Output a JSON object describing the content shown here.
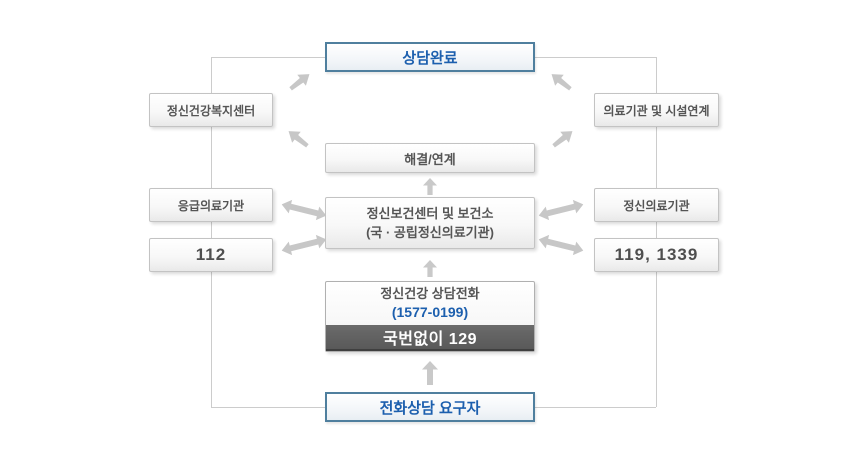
{
  "diagram": {
    "top": {
      "label": "상담완료"
    },
    "bottom": {
      "label": "전화상담 요구자"
    },
    "left_column": [
      {
        "label": "정신건강복지센터"
      },
      {
        "label": "응급의료기관"
      },
      {
        "label": "112"
      }
    ],
    "right_column": [
      {
        "label": "의료기관 및 시설연계"
      },
      {
        "label": "정신의료기관"
      },
      {
        "label": "119, 1339"
      }
    ],
    "center": {
      "resolve_label": "해결/연계",
      "health_center": {
        "line1": "정신보건센터 및 보건소",
        "line2": "(국 · 공립정신의료기관)"
      },
      "hotline": {
        "title": "정신건강 상담전화",
        "number": "(1577-0199)",
        "short_number": "국번없이 129"
      }
    },
    "colors": {
      "accent_blue_text": "#1c5fae",
      "blue_border": "#4f7f9e",
      "gray_text": "#555555",
      "connector_gray": "#cccccc",
      "dark_bar": "#5d5d5d",
      "arrow_gray": "#c7c7c7"
    }
  }
}
